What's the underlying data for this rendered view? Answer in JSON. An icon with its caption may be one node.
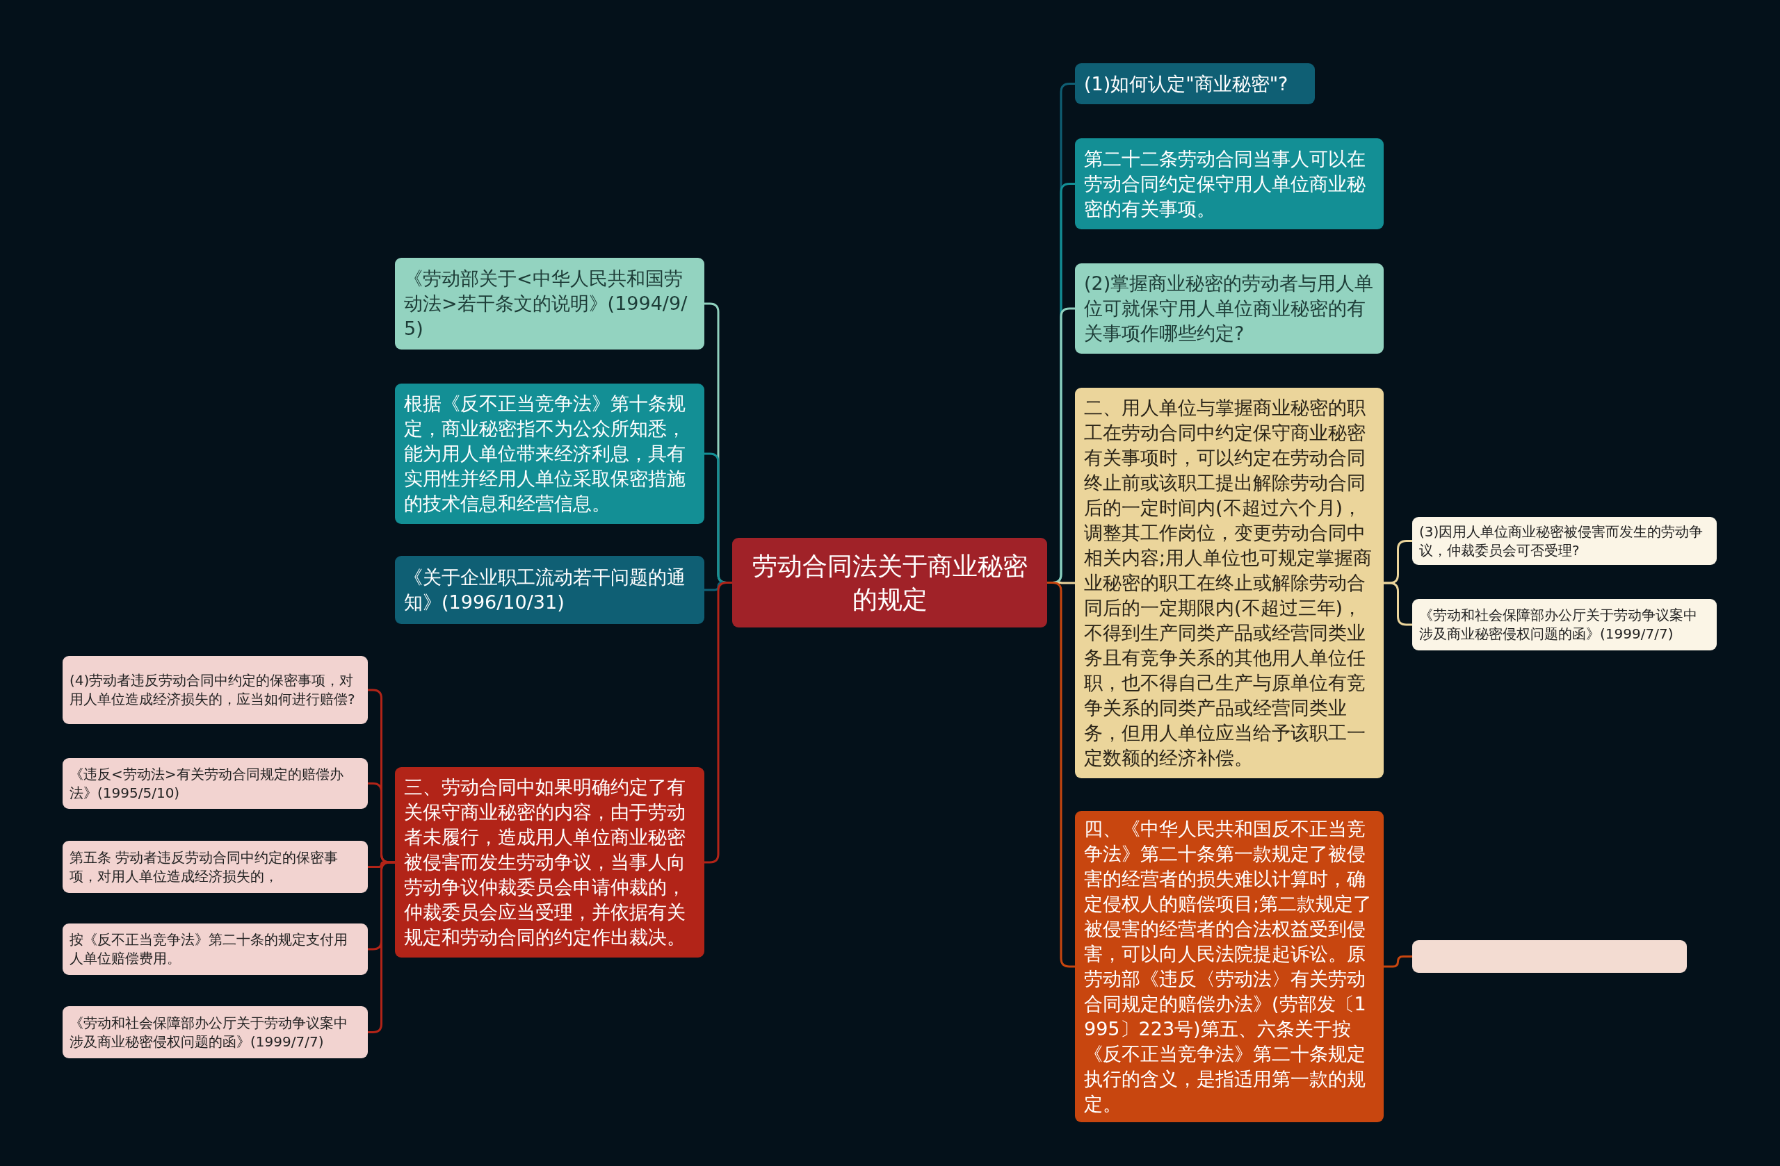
{
  "diagram": {
    "nodes": [
      {
        "text": [
          "劳动合同法关于商业秘密的规定"
        ]
      },
      {
        "text": [
          "《劳动部关于<中华人民共和国劳动法>若干条文的说明》(1994/9/5)"
        ]
      },
      {
        "text": [
          "根据《反不正当竞争法》第十条规定，商业秘密指不为公众所知悉，能为用人单位带来经济利息，具有实用性并经用人单位采取保密措施的技术信息和经营信息。"
        ]
      },
      {
        "text": [
          "《关于企业职工流动若干问题的通知》(1996/10/31)"
        ]
      },
      {
        "text": [
          "三、劳动合同中如果明确约定了有关保守商业秘密的内容，由于劳动者未履行，造成用人单位商业秘密被侵害而发生劳动争议，当事人向劳动争议仲裁委员会申请仲裁的，仲裁委员会应当受理，并依据有关规定和劳动合同的约定作出裁决。"
        ]
      },
      {
        "text": [
          "(4)劳动者违反劳动合同中约定的保密事项，对用人单位造成经济损失的，应当如何进行赔偿?"
        ]
      },
      {
        "text": [
          "《违反<劳动法>有关劳动合同规定的赔偿办法》(1995/5/10)"
        ]
      },
      {
        "text": [
          "第五条 劳动者违反劳动合同中约定的保密事项，对用人单位造成经济损失的，"
        ]
      },
      {
        "text": [
          "按《反不正当竞争法》第二十条的规定支付用人单位赔偿费用。"
        ]
      },
      {
        "text": [
          "《劳动和社会保障部办公厅关于劳动争议案中涉及商业秘密侵权问题的函》(1999/7/7)"
        ]
      },
      {
        "text": [
          "(1)如何认定\"商业秘密\"?"
        ]
      },
      {
        "text": [
          "第二十二条劳动合同当事人可以在劳动合同约定保守用人单位商业秘密的有关事项。"
        ]
      },
      {
        "text": [
          "(2)掌握商业秘密的劳动者与用人单位可就保守用人单位商业秘密的有关事项作哪些约定?"
        ]
      },
      {
        "text": [
          "二、用人单位与掌握商业秘密的职工在劳动合同中约定保守商业秘密有关事项时，可以约定在劳动合同终止前或该职工提出解除劳动合同后的一定时间内(不超过六个月)，调整其工作岗位，变更劳动合同中相关内容;用人单位也可规定掌握商业秘密的职工在终止或解除劳动合同后的一定期限内(不超过三年)，不得到生产同类产品或经营同类业务且有竞争关系的其他用人单位任职，也不得自己生产与原单位有竞争关系的同类产品或经营同类业务，但用人单位应当给予该职工一定数额的经济补偿。"
        ]
      },
      {
        "text": [
          "四、《中华人民共和国反不正当竞争法》第二十条第一款规定了被侵害的经营者的损失难以计算时，确定侵权人的赔偿项目;第二款规定了被侵害的经营者的合法权益受到侵害，可以向人民法院提起诉讼。原劳动部《违反〈劳动法〉有关劳动合同规定的赔偿办法》(劳部发〔1995〕223号)第五、六条关于按《反不正当竞争法》第二十条规定执行的含义，是指适用第一款的规定。"
        ]
      },
      {
        "text": [
          "(3)因用人单位商业秘密被侵害而发生的劳动争议，仲裁委员会可否受理?"
        ]
      },
      {
        "text": [
          "《劳动和社会保障部办公厅关于劳动争议案中涉及商业秘密侵权问题的函》(1999/7/7)"
        ]
      },
      {
        "text": [],
        "shape": "box"
      }
    ],
    "edges": [
      {
        "from": 0,
        "to": 1,
        "arrow": "none",
        "color": "#8fd0bd"
      },
      {
        "from": 0,
        "to": 2,
        "arrow": "none",
        "color": "#138f95"
      },
      {
        "from": 0,
        "to": 3,
        "arrow": "none",
        "color": "#0f5f74"
      },
      {
        "from": 0,
        "to": 4,
        "arrow": "none",
        "color": "#b22418"
      },
      {
        "from": 4,
        "to": 5,
        "arrow": "none",
        "color": "#b22418"
      },
      {
        "from": 4,
        "to": 6,
        "arrow": "none",
        "color": "#b22418"
      },
      {
        "from": 4,
        "to": 7,
        "arrow": "none",
        "color": "#b22418"
      },
      {
        "from": 4,
        "to": 8,
        "arrow": "none",
        "color": "#b22418"
      },
      {
        "from": 4,
        "to": 9,
        "arrow": "none",
        "color": "#b22418"
      },
      {
        "from": 0,
        "to": 10,
        "arrow": "none",
        "color": "#0f5f74"
      },
      {
        "from": 0,
        "to": 11,
        "arrow": "none",
        "color": "#138f95"
      },
      {
        "from": 0,
        "to": 12,
        "arrow": "none",
        "color": "#8fd0bd"
      },
      {
        "from": 0,
        "to": 13,
        "arrow": "none",
        "color": "#ebd59b"
      },
      {
        "from": 0,
        "to": 14,
        "arrow": "none",
        "color": "#c8460f"
      },
      {
        "from": 13,
        "to": 15,
        "arrow": "none",
        "color": "#ebd59b"
      },
      {
        "from": 13,
        "to": 16,
        "arrow": "none",
        "color": "#ebd59b"
      },
      {
        "from": 14,
        "to": 17,
        "arrow": "none",
        "color": "#c8460f"
      }
    ]
  }
}
